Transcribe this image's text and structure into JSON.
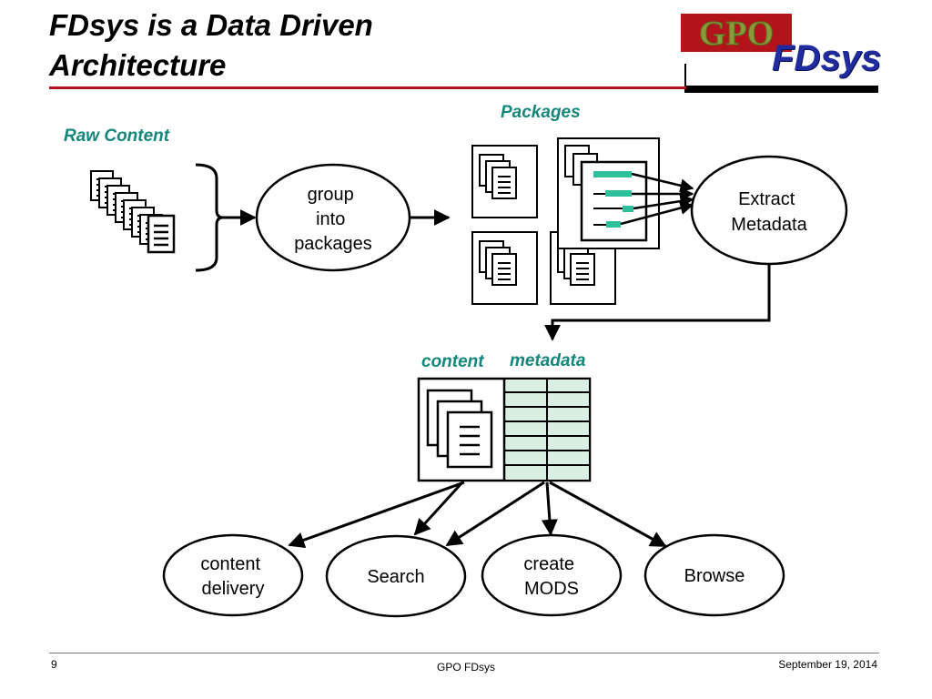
{
  "slide": {
    "title_line1": "FDsys is a Data Driven",
    "title_line2": "Architecture",
    "logo_gpo_text": "GPO",
    "logo_fdsys_text": "FDsys"
  },
  "diagram": {
    "raw_content_label": "Raw Content",
    "packages_label": "Packages",
    "group_node": [
      "group",
      "into",
      "packages"
    ],
    "extract_node": [
      "Extract",
      "Metadata"
    ],
    "content_label": "content",
    "metadata_label": "metadata",
    "outputs": {
      "content_delivery": [
        "content",
        "delivery"
      ],
      "search": [
        "Search"
      ],
      "create_mods": [
        "create",
        "MODS"
      ],
      "browse": [
        "Browse"
      ]
    }
  },
  "footer": {
    "page_number": "9",
    "center": "GPO FDsys",
    "date": "September 19, 2014"
  },
  "colors": {
    "title_rule": "#b0141e",
    "teal_label": "#14877a",
    "fdsys_blue": "#1f2b9e",
    "metadata_fill": "#d9efe1",
    "metadata_bar": "#2ebf9b"
  }
}
